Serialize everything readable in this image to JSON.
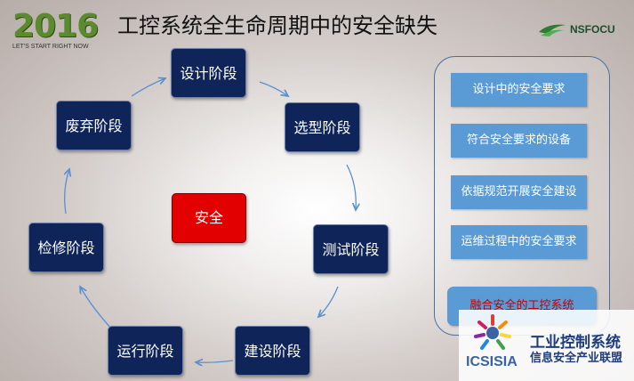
{
  "header": {
    "logo_year": "2016",
    "logo_tagline": "LET'S START RIGHT NOW",
    "title": "工控系统全生命周期中的安全缺失",
    "brand": "NSFOCU"
  },
  "lifecycle": {
    "center": "安全",
    "stages": [
      "设计阶段",
      "选型阶段",
      "测试阶段",
      "建设阶段",
      "运行阶段",
      "检修阶段",
      "废弃阶段"
    ]
  },
  "requirements": {
    "items": [
      "设计中的安全要求",
      "符合安全要求的设备",
      "依据规范开展安全建设",
      "运维过程中的安全要求"
    ],
    "result": "融合安全的工控系统"
  },
  "watermark": {
    "word": "ICSISIA",
    "line1": "工业控制系统",
    "line2": "信息安全产业联盟"
  },
  "colors": {
    "stage": "#0f2459",
    "center": "#e30000",
    "requirement": "#5a9bd5",
    "result_text": "#c00000"
  }
}
